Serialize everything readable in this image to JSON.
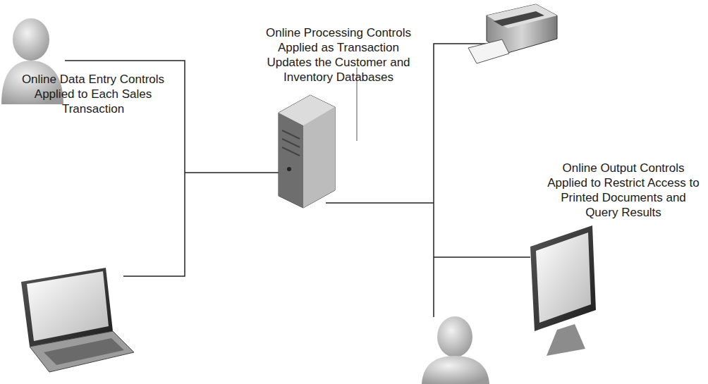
{
  "diagram": {
    "labels": [
      "Online Data Entry Controls Applied to Each Sales Transaction",
      "Online Processing Controls Applied as Transaction Updates the Customer and Inventory Databases",
      "Online Output Controls Applied to Restrict Access to Printed Documents and Query Results"
    ]
  }
}
